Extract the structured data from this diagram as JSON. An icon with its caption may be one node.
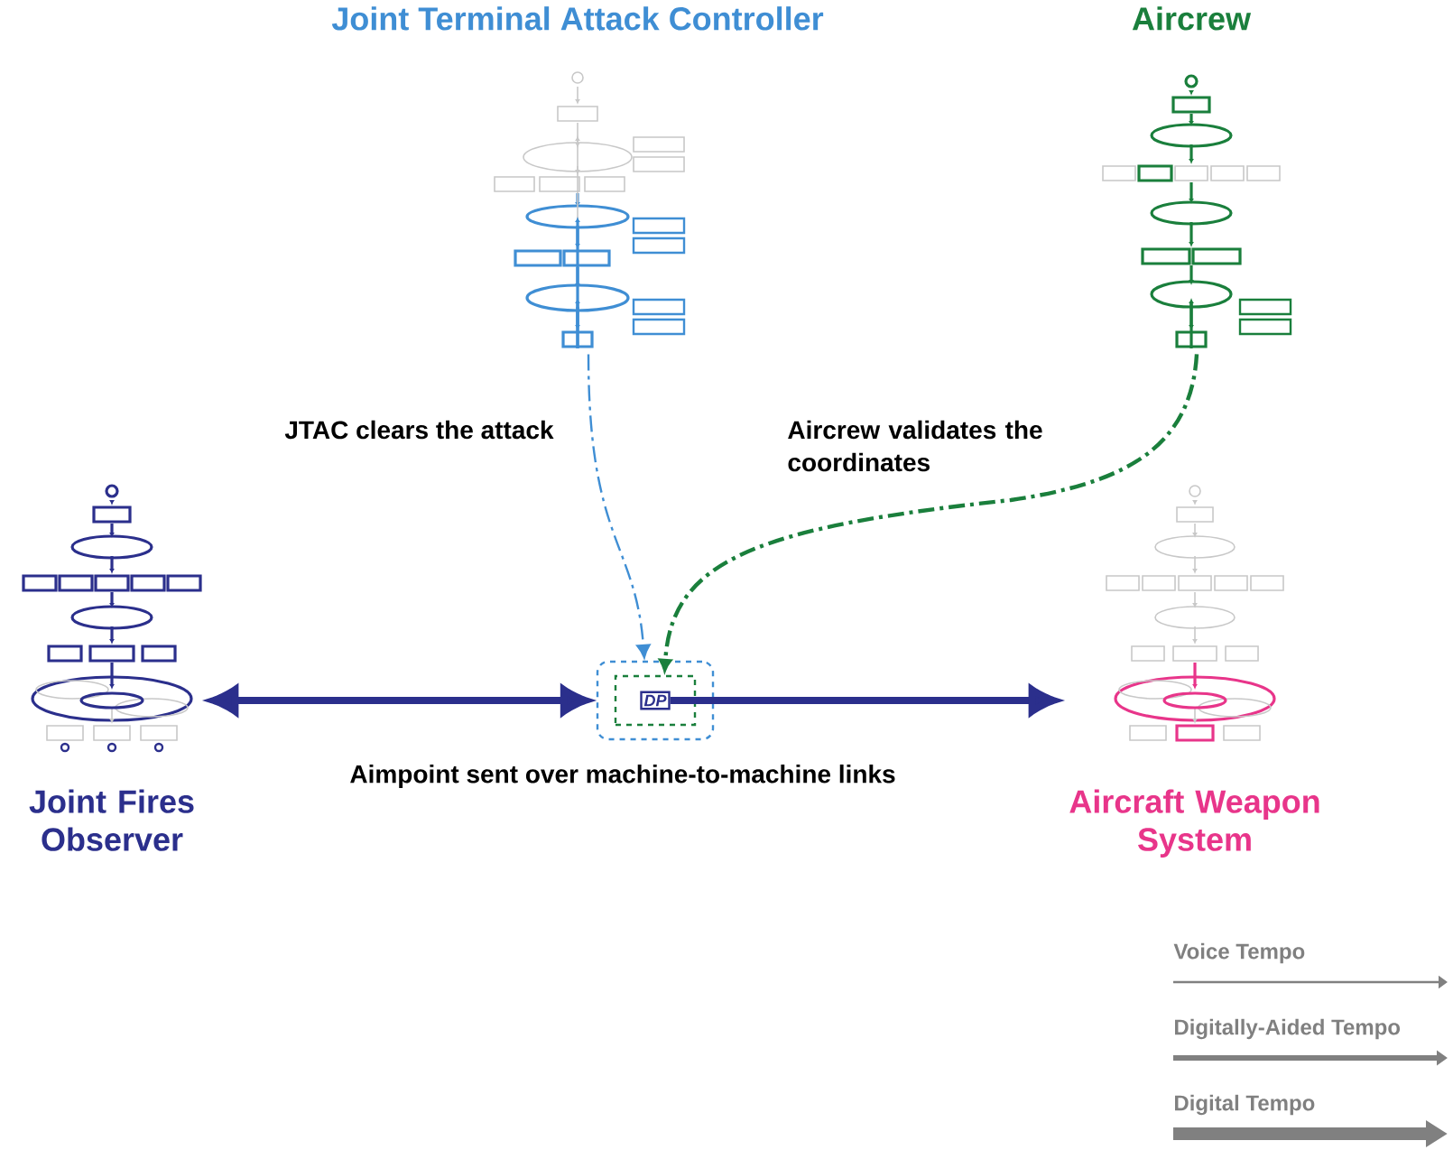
{
  "diagram": {
    "nodes": [
      {
        "text": [
          "Joint Terminal Attack Controller"
        ]
      },
      {
        "text": [
          "Aircrew"
        ]
      },
      {
        "text": [
          "Joint Fires Observer"
        ]
      },
      {
        "text": [
          "Aircraft Weapon System"
        ]
      },
      {
        "text": [],
        "shape": "box"
      },
      {
        "text": [],
        "shape": "box",
        "in": 4
      },
      {
        "text": [
          "DP"
        ],
        "in": 5
      }
    ],
    "edges": [
      {
        "from": 0,
        "to": 4,
        "arrow": "to",
        "style": "dashed",
        "color": "#3f8ed4",
        "label": "JTAC clears the attack"
      },
      {
        "from": 1,
        "to": 5,
        "arrow": "to",
        "style": "dashed",
        "color": "#1a7f3c",
        "label": "Aircrew validates the coordinates"
      },
      {
        "from": 2,
        "to": 4,
        "arrow": "both",
        "style": "thick",
        "color": "#2b2f8c",
        "label": "Aimpoint sent over machine-to-machine links"
      },
      {
        "from": 6,
        "to": 3,
        "arrow": "to",
        "style": "thick",
        "color": "#2b2f8c"
      }
    ],
    "legend": [
      {
        "text": "Voice Tempo"
      },
      {
        "text": "Digitally-Aided Tempo"
      },
      {
        "text": "Digital Tempo"
      }
    ]
  }
}
